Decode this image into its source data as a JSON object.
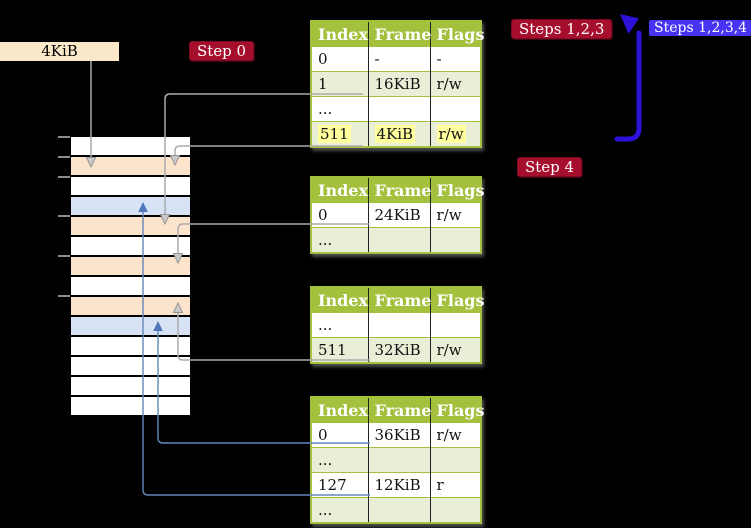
{
  "labels": {
    "page_size": "4KiB",
    "step0": "Step 0",
    "steps123": "Steps 1,2,3",
    "steps1234": "Steps 1,2,3,4",
    "step4": "Step 4"
  },
  "memory": {
    "rows": [
      "white",
      "orange",
      "white",
      "blue",
      "orange",
      "white",
      "orange",
      "white",
      "orange",
      "blue",
      "white",
      "white",
      "white",
      "white"
    ]
  },
  "tables": [
    {
      "headers": [
        "Index",
        "Frame",
        "Flags"
      ],
      "rows": [
        {
          "cells": [
            "0",
            "-",
            "-"
          ],
          "shade": false,
          "highlight": false
        },
        {
          "cells": [
            "1",
            "16KiB",
            "r/w"
          ],
          "shade": true,
          "highlight": false
        },
        {
          "cells": [
            "...",
            "",
            ""
          ],
          "shade": false,
          "highlight": false
        },
        {
          "cells": [
            "511",
            "4KiB",
            "r/w"
          ],
          "shade": true,
          "highlight": true
        }
      ]
    },
    {
      "headers": [
        "Index",
        "Frame",
        "Flags"
      ],
      "rows": [
        {
          "cells": [
            "0",
            "24KiB",
            "r/w"
          ],
          "shade": false,
          "highlight": false
        },
        {
          "cells": [
            "...",
            "",
            ""
          ],
          "shade": true,
          "highlight": false
        }
      ]
    },
    {
      "headers": [
        "Index",
        "Frame",
        "Flags"
      ],
      "rows": [
        {
          "cells": [
            "...",
            "",
            ""
          ],
          "shade": false,
          "highlight": false
        },
        {
          "cells": [
            "511",
            "32KiB",
            "r/w"
          ],
          "shade": true,
          "highlight": false
        }
      ]
    },
    {
      "headers": [
        "Index",
        "Frame",
        "Flags"
      ],
      "rows": [
        {
          "cells": [
            "0",
            "36KiB",
            "r/w"
          ],
          "shade": false,
          "highlight": false
        },
        {
          "cells": [
            "...",
            "",
            ""
          ],
          "shade": true,
          "highlight": false
        },
        {
          "cells": [
            "127",
            "12KiB",
            "r"
          ],
          "shade": false,
          "highlight": false
        },
        {
          "cells": [
            "...",
            "",
            ""
          ],
          "shade": true,
          "highlight": false
        }
      ]
    }
  ],
  "colors": {
    "table_header_bg": "#A3C13C",
    "table_row_shade": "#E9EFD7",
    "highlight_yellow": "#FFFF9E",
    "label_red_bg": "#A60E2E",
    "label_blue_bg": "#4634F2",
    "cream_box_bg": "#FAE8C9",
    "memory_orange": "#FCE3CB",
    "memory_blue": "#D7E3F4",
    "connector_gray": "#ABABAB",
    "connector_blue": "#6488BC",
    "big_arrow_blue": "#2C12D8"
  }
}
